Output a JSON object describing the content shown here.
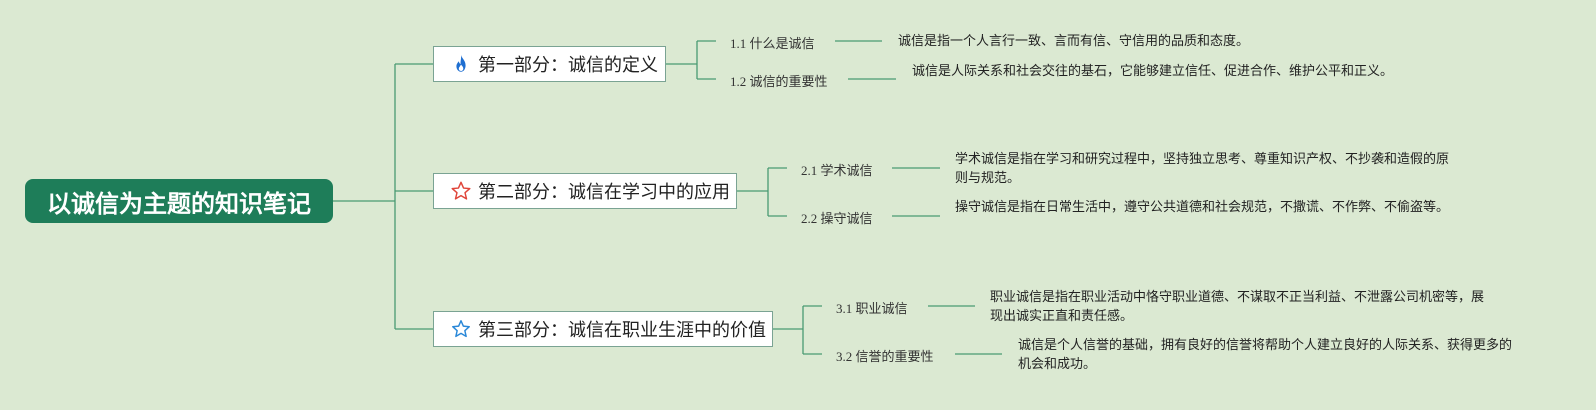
{
  "root": {
    "title": "以诚信为主题的知识笔记"
  },
  "colors": {
    "background": "#dbe9d2",
    "root_fill": "#1e7d59",
    "line": "#4a9a72",
    "section_border": "#7aa393"
  },
  "sections": [
    {
      "title": "第一部分：诚信的定义",
      "icon": "flame-icon",
      "children": [
        {
          "label": "1.1 什么是诚信",
          "detail": "诚信是指一个人言行一致、言而有信、守信用的品质和态度。"
        },
        {
          "label": "1.2 诚信的重要性",
          "detail": "诚信是人际关系和社会交往的基石，它能够建立信任、促进合作、维护公平和正义。"
        }
      ]
    },
    {
      "title": "第二部分：诚信在学习中的应用",
      "icon": "star-outline-red-icon",
      "children": [
        {
          "label": "2.1 学术诚信",
          "detail": "学术诚信是指在学习和研究过程中，坚持独立思考、尊重知识产权、不抄袭和造假的原则与规范。"
        },
        {
          "label": "2.2 操守诚信",
          "detail": "操守诚信是指在日常生活中，遵守公共道德和社会规范，不撒谎、不作弊、不偷盗等。"
        }
      ]
    },
    {
      "title": "第三部分：诚信在职业生涯中的价值",
      "icon": "star-outline-blue-icon",
      "children": [
        {
          "label": "3.1 职业诚信",
          "detail": "职业诚信是指在职业活动中恪守职业道德、不谋取不正当利益、不泄露公司机密等，展现出诚实正直和责任感。"
        },
        {
          "label": "3.2 信誉的重要性",
          "detail": "诚信是个人信誉的基础，拥有良好的信誉将帮助个人建立良好的人际关系、获得更多的机会和成功。"
        }
      ]
    }
  ]
}
